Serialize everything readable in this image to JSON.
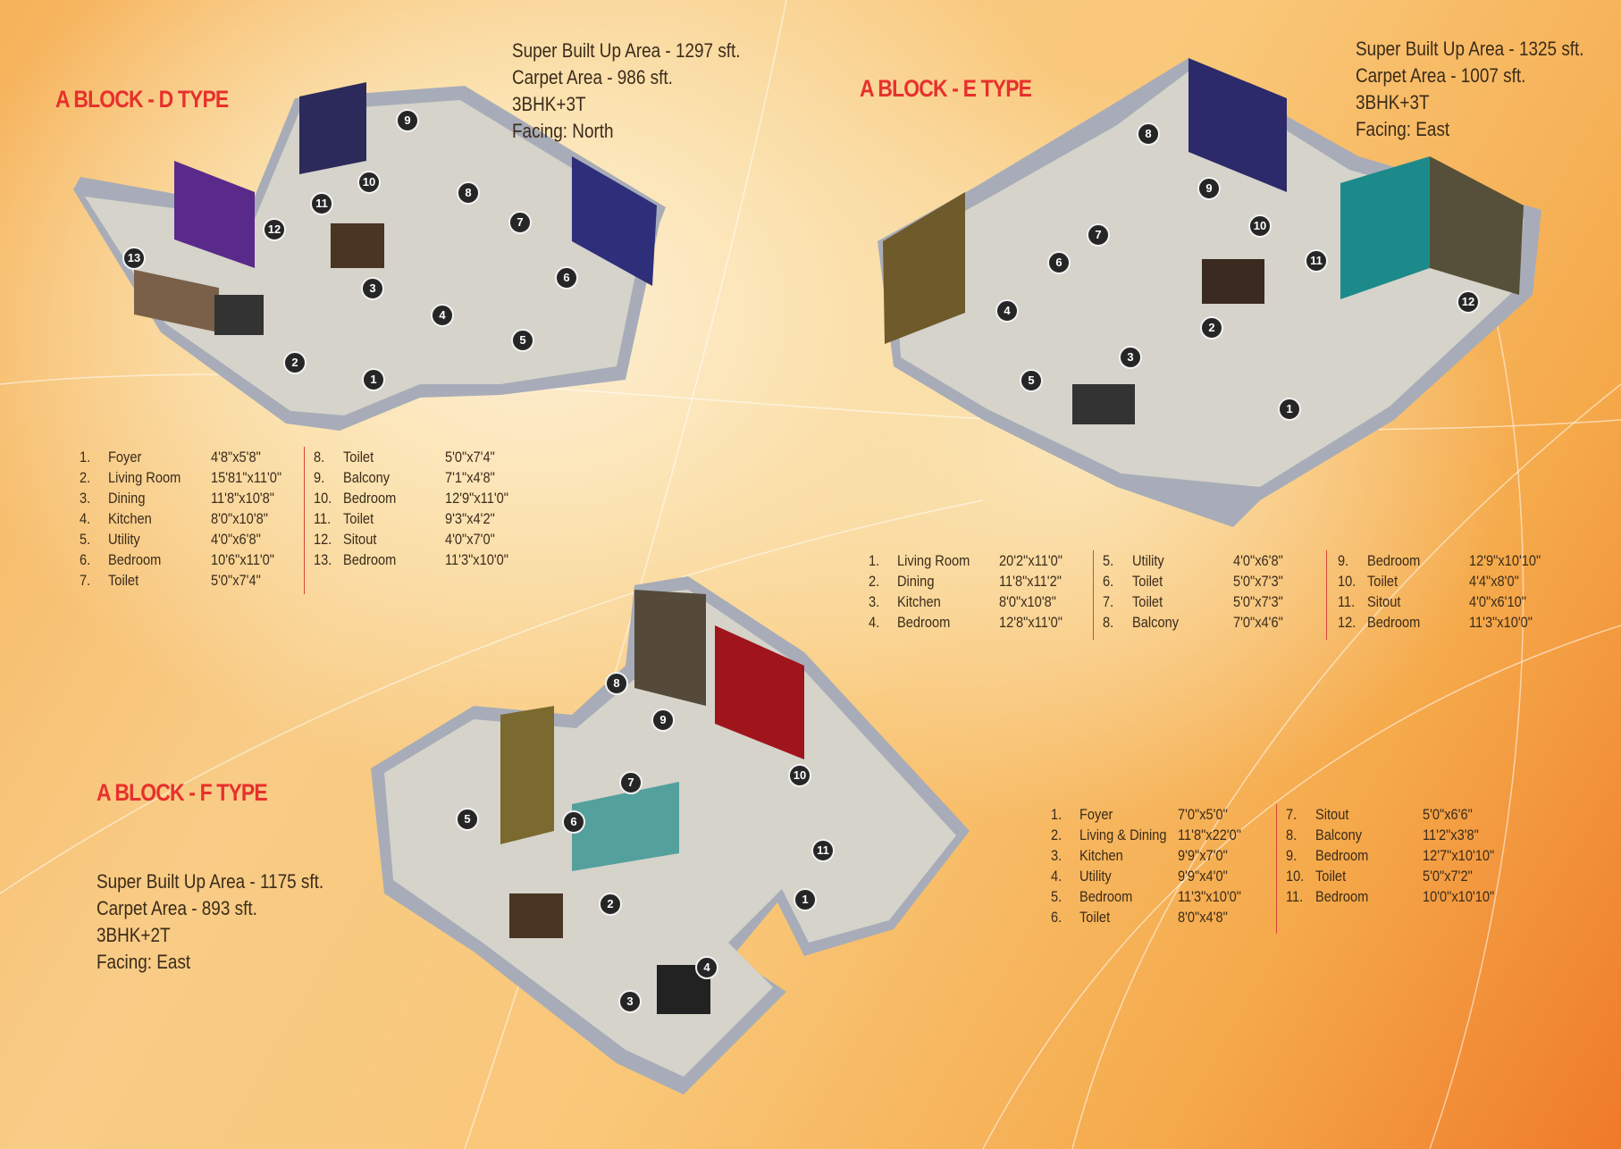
{
  "d_type": {
    "title": "A BLOCK - D TYPE",
    "info": [
      "Super Built Up Area - 1297 sft.",
      "Carpet Area - 986 sft.",
      "3BHK+3T",
      "Facing: North"
    ],
    "rooms_col1": [
      {
        "num": "1.",
        "name": "Foyer",
        "dim": "4'8\"x5'8\""
      },
      {
        "num": "2.",
        "name": "Living Room",
        "dim": "15'81\"x11'0\""
      },
      {
        "num": "3.",
        "name": "Dining",
        "dim": "11'8\"x10'8\""
      },
      {
        "num": "4.",
        "name": "Kitchen",
        "dim": "8'0\"x10'8\""
      },
      {
        "num": "5.",
        "name": "Utility",
        "dim": "4'0\"x6'8\""
      },
      {
        "num": "6.",
        "name": "Bedroom",
        "dim": "10'6\"x11'0\""
      },
      {
        "num": "7.",
        "name": "Toilet",
        "dim": "5'0\"x7'4\""
      }
    ],
    "rooms_col2": [
      {
        "num": "8.",
        "name": "Toilet",
        "dim": "5'0\"x7'4\""
      },
      {
        "num": "9.",
        "name": "Balcony",
        "dim": "7'1\"x4'8\""
      },
      {
        "num": "10.",
        "name": "Bedroom",
        "dim": "12'9\"x11'0\""
      },
      {
        "num": "11.",
        "name": "Toilet",
        "dim": "9'3\"x4'2\""
      },
      {
        "num": "12.",
        "name": "Sitout",
        "dim": "4'0\"x7'0\""
      },
      {
        "num": "13.",
        "name": "Bedroom",
        "dim": "11'3\"x10'0\""
      }
    ],
    "markers": [
      "1",
      "2",
      "3",
      "4",
      "5",
      "6",
      "7",
      "8",
      "9",
      "10",
      "11",
      "12",
      "13"
    ]
  },
  "e_type": {
    "title": "A BLOCK - E TYPE",
    "info": [
      "Super Built Up Area - 1325 sft.",
      "Carpet Area - 1007 sft.",
      "3BHK+3T",
      "Facing: East"
    ],
    "rooms_col1": [
      {
        "num": "1.",
        "name": "Living Room",
        "dim": "20'2\"x11'0\""
      },
      {
        "num": "2.",
        "name": "Dining",
        "dim": "11'8\"x11'2\""
      },
      {
        "num": "3.",
        "name": "Kitchen",
        "dim": "8'0\"x10'8\""
      },
      {
        "num": "4.",
        "name": "Bedroom",
        "dim": "12'8\"x11'0\""
      }
    ],
    "rooms_col2": [
      {
        "num": "5.",
        "name": "Utility",
        "dim": "4'0\"x6'8\""
      },
      {
        "num": "6.",
        "name": "Toilet",
        "dim": "5'0\"x7'3\""
      },
      {
        "num": "7.",
        "name": "Toilet",
        "dim": "5'0\"x7'3\""
      },
      {
        "num": "8.",
        "name": "Balcony",
        "dim": "7'0\"x4'6\""
      }
    ],
    "rooms_col3": [
      {
        "num": "9.",
        "name": "Bedroom",
        "dim": "12'9\"x10'10\""
      },
      {
        "num": "10.",
        "name": "Toilet",
        "dim": "4'4\"x8'0\""
      },
      {
        "num": "11.",
        "name": "Sitout",
        "dim": "4'0\"x6'10\""
      },
      {
        "num": "12.",
        "name": "Bedroom",
        "dim": "11'3\"x10'0\""
      }
    ],
    "markers": [
      "1",
      "2",
      "3",
      "4",
      "5",
      "6",
      "7",
      "8",
      "9",
      "10",
      "11",
      "12"
    ]
  },
  "f_type": {
    "title": "A BLOCK - F TYPE",
    "info": [
      "Super Built Up Area - 1175 sft.",
      "Carpet Area - 893 sft.",
      "3BHK+2T",
      "Facing: East"
    ],
    "rooms_col1": [
      {
        "num": "1.",
        "name": "Foyer",
        "dim": "7'0\"x5'0\""
      },
      {
        "num": "2.",
        "name": "Living & Dining",
        "dim": "11'8\"x22'0\""
      },
      {
        "num": "3.",
        "name": "Kitchen",
        "dim": "9'9\"x7'0\""
      },
      {
        "num": "4.",
        "name": "Utility",
        "dim": "9'9\"x4'0\""
      },
      {
        "num": "5.",
        "name": "Bedroom",
        "dim": "11'3\"x10'0\""
      },
      {
        "num": "6.",
        "name": "Toilet",
        "dim": "8'0\"x4'8\""
      }
    ],
    "rooms_col2": [
      {
        "num": "7.",
        "name": "Sitout",
        "dim": "5'0\"x6'6\""
      },
      {
        "num": "8.",
        "name": "Balcony",
        "dim": "11'2\"x3'8\""
      },
      {
        "num": "9.",
        "name": "Bedroom",
        "dim": "12'7\"x10'10\""
      },
      {
        "num": "10.",
        "name": "Toilet",
        "dim": "5'0\"x7'2\""
      },
      {
        "num": "11.",
        "name": "Bedroom",
        "dim": "10'0\"x10'10\""
      }
    ],
    "markers": [
      "1",
      "2",
      "3",
      "4",
      "5",
      "6",
      "7",
      "8",
      "9",
      "10",
      "11"
    ]
  },
  "colors": {
    "title_red": "#e7302c",
    "wall": "#a8adb9",
    "floor": "#d3d1c8",
    "accent_purple": "#5a2a8a",
    "accent_teal": "#1c8a8a",
    "accent_red": "#a0141c"
  }
}
